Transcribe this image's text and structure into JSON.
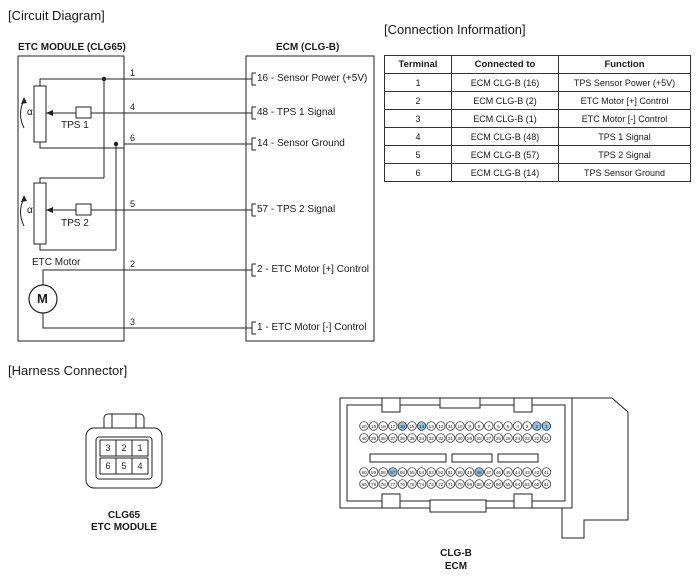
{
  "headings": {
    "circuit_diagram": "[Circuit Diagram]",
    "connection_info": "[Connection Information]",
    "harness_connector": "[Harness Connector]"
  },
  "etc_module": {
    "title": "ETC MODULE (CLG65)",
    "tps1": "TPS 1",
    "tps2": "TPS 2",
    "alpha": "α",
    "motor_label": "ETC Motor",
    "motor_symbol": "M",
    "pins": [
      "1",
      "4",
      "6",
      "5",
      "2",
      "3"
    ]
  },
  "ecm": {
    "title": "ECM (CLG-B)",
    "signals": [
      "16 - Sensor Power (+5V)",
      "48 - TPS 1 Signal",
      "14 - Sensor Ground",
      "57 - TPS 2 Signal",
      "2 - ETC Motor [+] Control",
      "1 - ETC Motor [-] Control"
    ]
  },
  "connection_table": {
    "headers": [
      "Terminal",
      "Connected to",
      "Function"
    ],
    "rows": [
      [
        "1",
        "ECM CLG-B (16)",
        "TPS Sensor Power (+5V)"
      ],
      [
        "2",
        "ECM CLG-B (2)",
        "ETC Motor [+] Control"
      ],
      [
        "3",
        "ECM CLG-B (1)",
        "ETC Motor [-] Control"
      ],
      [
        "4",
        "ECM CLG-B (48)",
        "TPS 1 Signal"
      ],
      [
        "5",
        "ECM CLG-B (57)",
        "TPS 2 Signal"
      ],
      [
        "6",
        "ECM CLG-B (14)",
        "TPS Sensor Ground"
      ]
    ]
  },
  "connectors": {
    "clg65_top_pins": [
      "3",
      "2",
      "1"
    ],
    "clg65_bottom_pins": [
      "6",
      "5",
      "4"
    ],
    "clg65_name": "CLG65",
    "clg65_desc": "ETC MODULE",
    "clgb_name": "CLG-B",
    "clgb_desc": "ECM",
    "ecm_row1": [
      "20",
      "19",
      "18",
      "17",
      "16",
      "15",
      "14",
      "13",
      "12",
      "11",
      "10",
      "9",
      "8",
      "7",
      "6",
      "5",
      "4",
      "3",
      "2",
      "1"
    ],
    "ecm_row2": [
      "40",
      "39",
      "38",
      "37",
      "36",
      "35",
      "34",
      "33",
      "32",
      "31",
      "30",
      "29",
      "28",
      "27",
      "26",
      "25",
      "24",
      "23",
      "22",
      "21"
    ],
    "ecm_row3": [
      "60",
      "59",
      "58",
      "57",
      "56",
      "55",
      "54",
      "53",
      "52",
      "51",
      "50",
      "49",
      "48",
      "47",
      "46",
      "45",
      "44",
      "43",
      "42",
      "41"
    ],
    "ecm_row4": [
      "80",
      "79",
      "78",
      "77",
      "76",
      "75",
      "74",
      "73",
      "72",
      "71",
      "70",
      "69",
      "68",
      "67",
      "66",
      "65",
      "64",
      "63",
      "62",
      "61"
    ],
    "highlighted_pins": [
      "16",
      "14",
      "2",
      "1",
      "57",
      "48"
    ],
    "highlight_color": "#8fc1e0"
  }
}
